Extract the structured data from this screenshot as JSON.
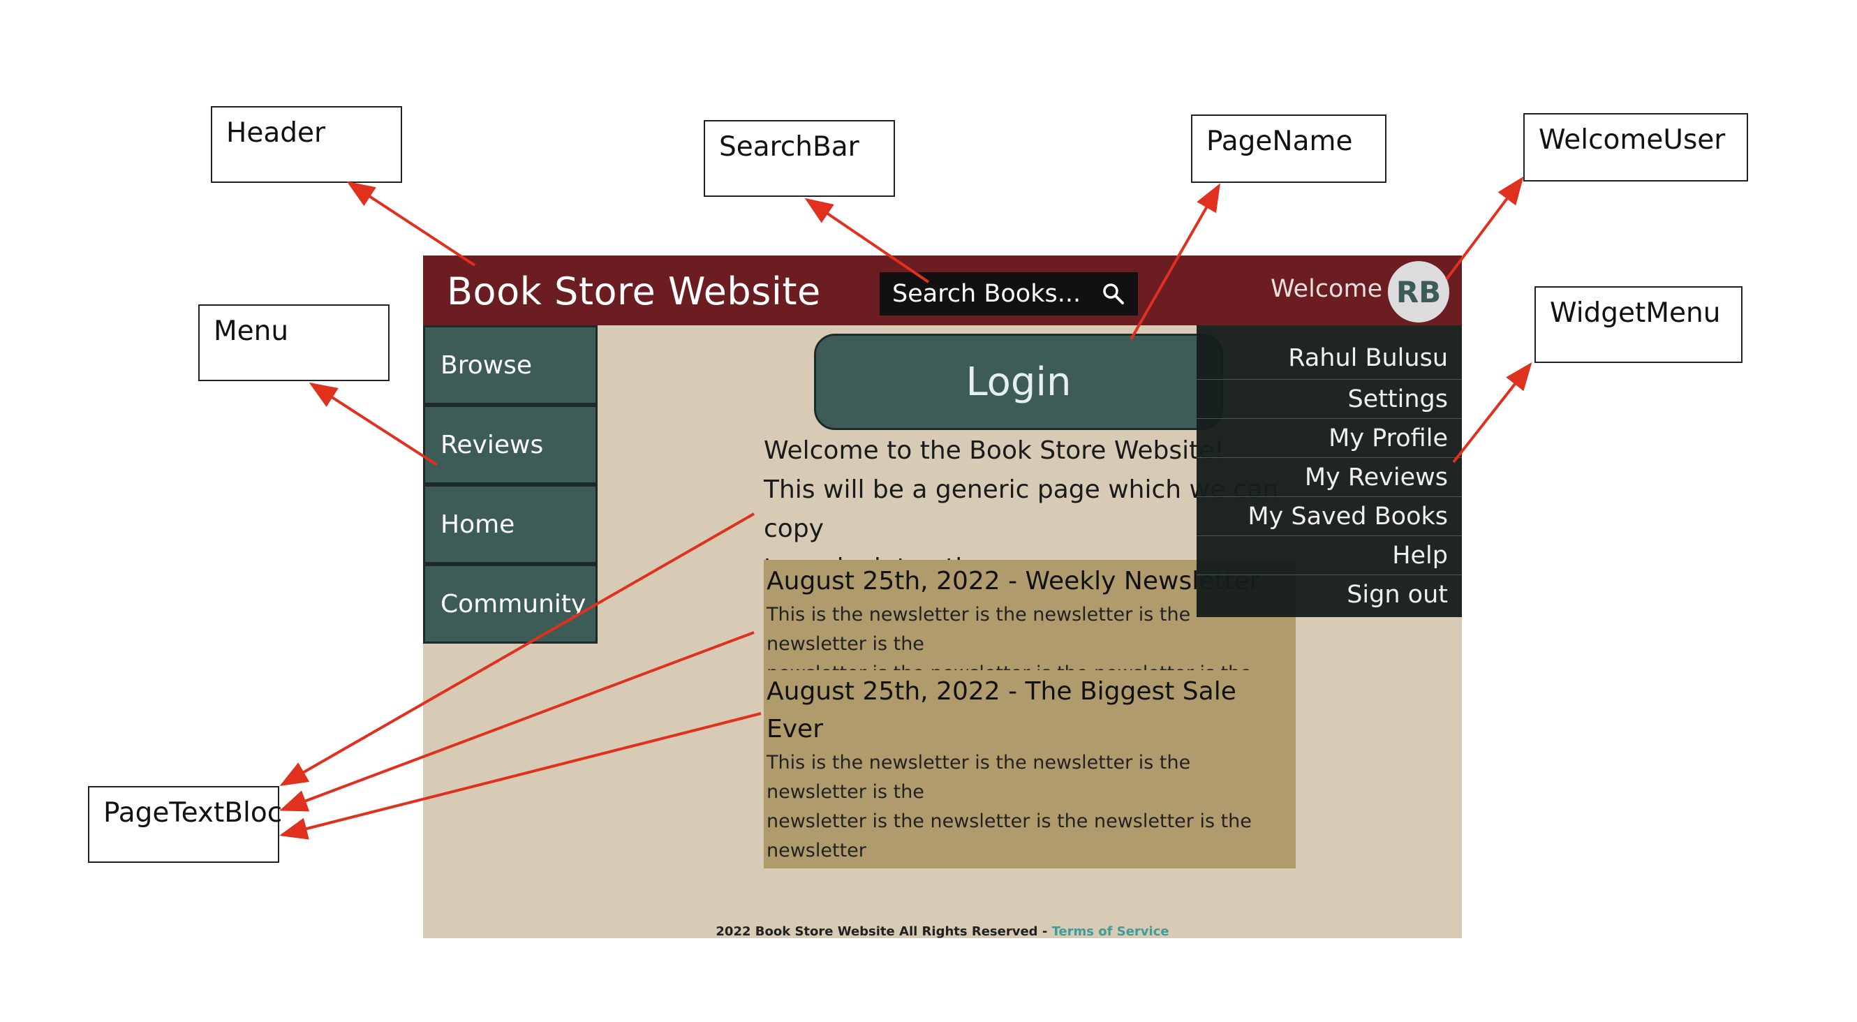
{
  "annotations": {
    "header": "Header",
    "searchbar": "SearchBar",
    "pagename": "PageName",
    "welcomeuser": "WelcomeUser",
    "menu": "Menu",
    "widgetmenu": "WidgetMenu",
    "pagetextbloc": "PageTextBloc"
  },
  "colors": {
    "header_bg": "#6b1d22",
    "page_bg": "#d7cbb6",
    "menu_bg": "#3d5c58",
    "newsletter_bg": "#b09b6d",
    "widget_bg": "#161e1c",
    "arrow": "#e0301e",
    "link": "#3f9c9b"
  },
  "site": {
    "title": "Book Store Website",
    "search_placeholder": "Search Books...",
    "search_icon": "search-icon",
    "welcome_text": "Welcome",
    "avatar_initials": "RB"
  },
  "menu": {
    "items": [
      {
        "label": "Browse"
      },
      {
        "label": "Reviews"
      },
      {
        "label": "Home"
      },
      {
        "label": "Community"
      }
    ]
  },
  "page": {
    "name": "Login",
    "intro_lines": [
      "Welcome to the Book Store Website!",
      "This will be a generic page which we can copy",
      "to make into other pages"
    ],
    "newsletters": [
      {
        "title": "August 25th, 2022 - Weekly Newsletter",
        "body_line1": "This is the newsletter is the newsletter is the newsletter is the",
        "body_line2": "newsletter is the newsletter is the newsletter is the newsletter"
      },
      {
        "title": "August 25th, 2022 - The Biggest Sale Ever",
        "body_line1": "This is the newsletter is the newsletter is the newsletter is the",
        "body_line2": "newsletter is the newsletter is the newsletter is the newsletter"
      }
    ]
  },
  "widget": {
    "items": [
      {
        "label": "Rahul Bulusu"
      },
      {
        "label": "Settings"
      },
      {
        "label": "My Profile"
      },
      {
        "label": "My Reviews"
      },
      {
        "label": "My Saved Books"
      },
      {
        "label": "Help"
      },
      {
        "label": "Sign out"
      }
    ]
  },
  "footer": {
    "text": "2022 Book Store Website All Rights Reserved - ",
    "link": "Terms of Service"
  }
}
